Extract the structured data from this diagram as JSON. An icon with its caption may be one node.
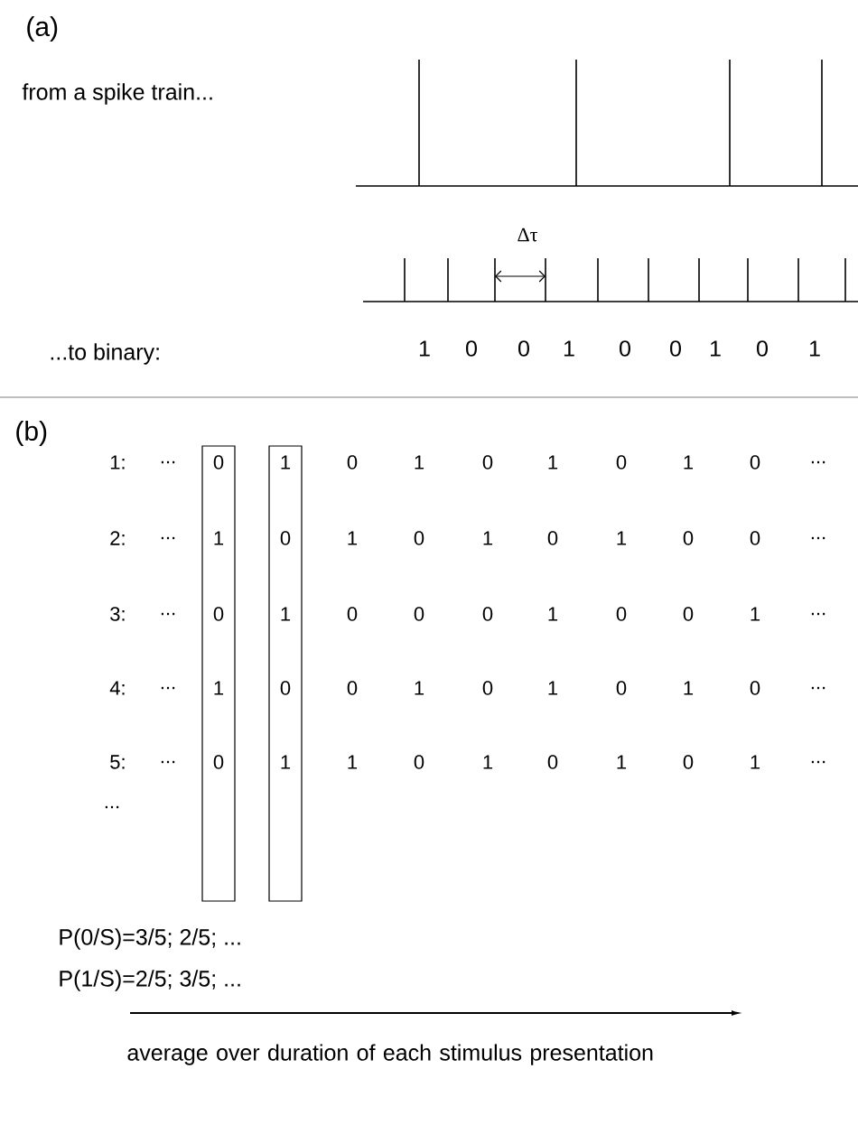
{
  "diagram": {
    "nodes": [
      {
        "text": [
          "0",
          "1",
          "0",
          "1",
          "0"
        ]
      },
      {
        "text": [
          "1",
          "0",
          "1",
          "0",
          "1"
        ]
      }
    ],
    "labels": [
      "(a)",
      "from a spike train...",
      "Δτ",
      "1",
      "0",
      "0",
      "1",
      "0",
      "0",
      "1",
      "0",
      "1",
      "...to binary:",
      "(b)",
      "1:",
      "...",
      "0",
      "1",
      "0",
      "1",
      "0",
      "1",
      "0",
      "...",
      "2:",
      "...",
      "1",
      "0",
      "1",
      "0",
      "1",
      "0",
      "0",
      "...",
      "3:",
      "...",
      "0",
      "0",
      "0",
      "1",
      "0",
      "0",
      "1",
      "...",
      "4:",
      "...",
      "0",
      "1",
      "0",
      "1",
      "0",
      "1",
      "0",
      "...",
      "5:",
      "...",
      "1",
      "0",
      "1",
      "0",
      "1",
      "0",
      "1",
      "...",
      "...",
      "P(0/S)=3/5; 2/5; ...",
      "P(1/S)=2/5; 3/5; ...",
      "average over duration of each stimulus presentation"
    ]
  }
}
